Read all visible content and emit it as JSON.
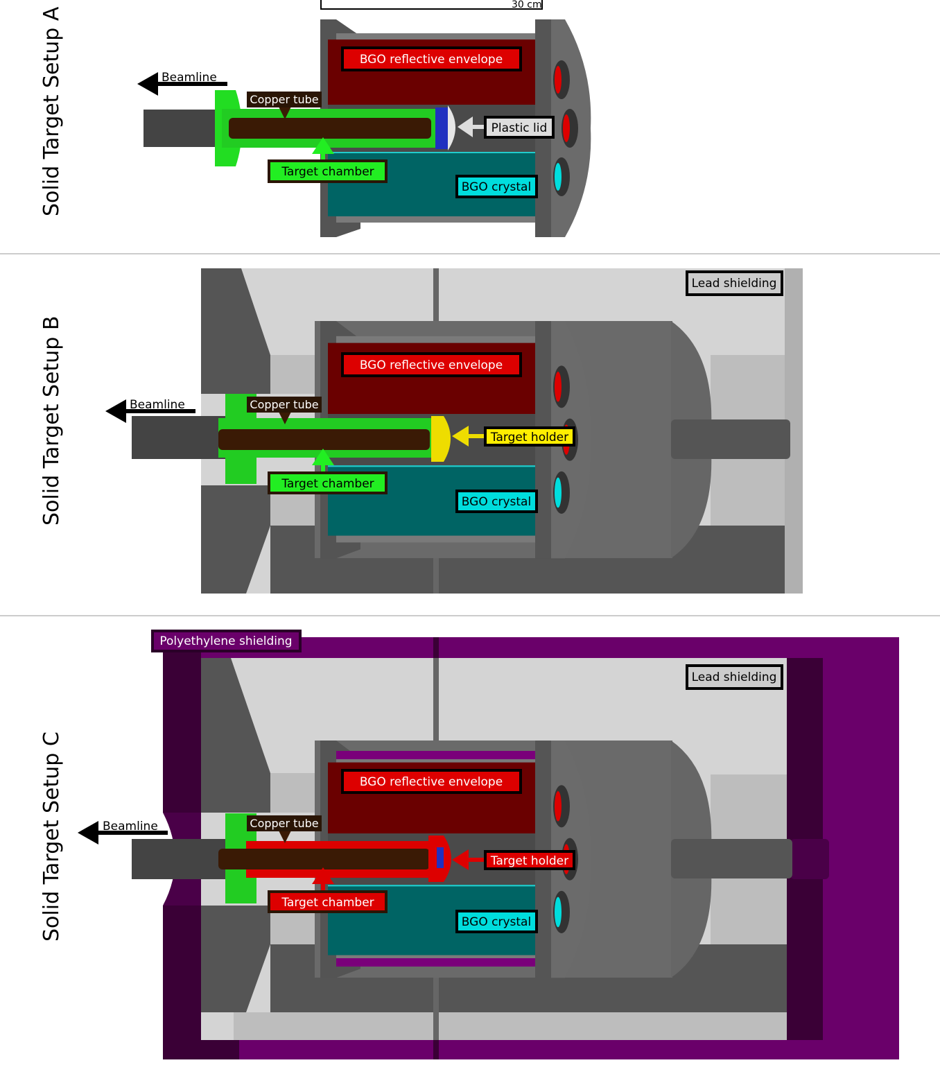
{
  "scale_bar": "30 cm",
  "panels": [
    {
      "title": "Solid Target Setup A",
      "labels": {
        "beamline": "Beamline",
        "envelope": "BGO reflective envelope",
        "copper": "Copper tube",
        "plastic_lid": "Plastic lid",
        "chamber": "Target chamber",
        "crystal": "BGO crystal"
      }
    },
    {
      "title": "Solid Target Setup B",
      "labels": {
        "lead": "Lead shielding",
        "beamline": "Beamline",
        "envelope": "BGO reflective envelope",
        "copper": "Copper tube",
        "holder": "Target holder",
        "chamber": "Target chamber",
        "crystal": "BGO crystal"
      }
    },
    {
      "title": "Solid Target Setup C",
      "labels": {
        "poly": "Polyethylene shielding",
        "lead": "Lead shielding",
        "beamline": "Beamline",
        "envelope": "BGO reflective envelope",
        "copper": "Copper tube",
        "holder": "Target holder",
        "chamber": "Target chamber",
        "crystal": "BGO crystal"
      }
    }
  ],
  "colors": {
    "envelope": "#dd0000",
    "crystal": "#00dddd",
    "chamber_a_b": "#22ee22",
    "chamber_c": "#dd0000",
    "holder_b": "#ffee00",
    "polyethylene": "#6a006a",
    "lead": "#d4d4d4"
  }
}
